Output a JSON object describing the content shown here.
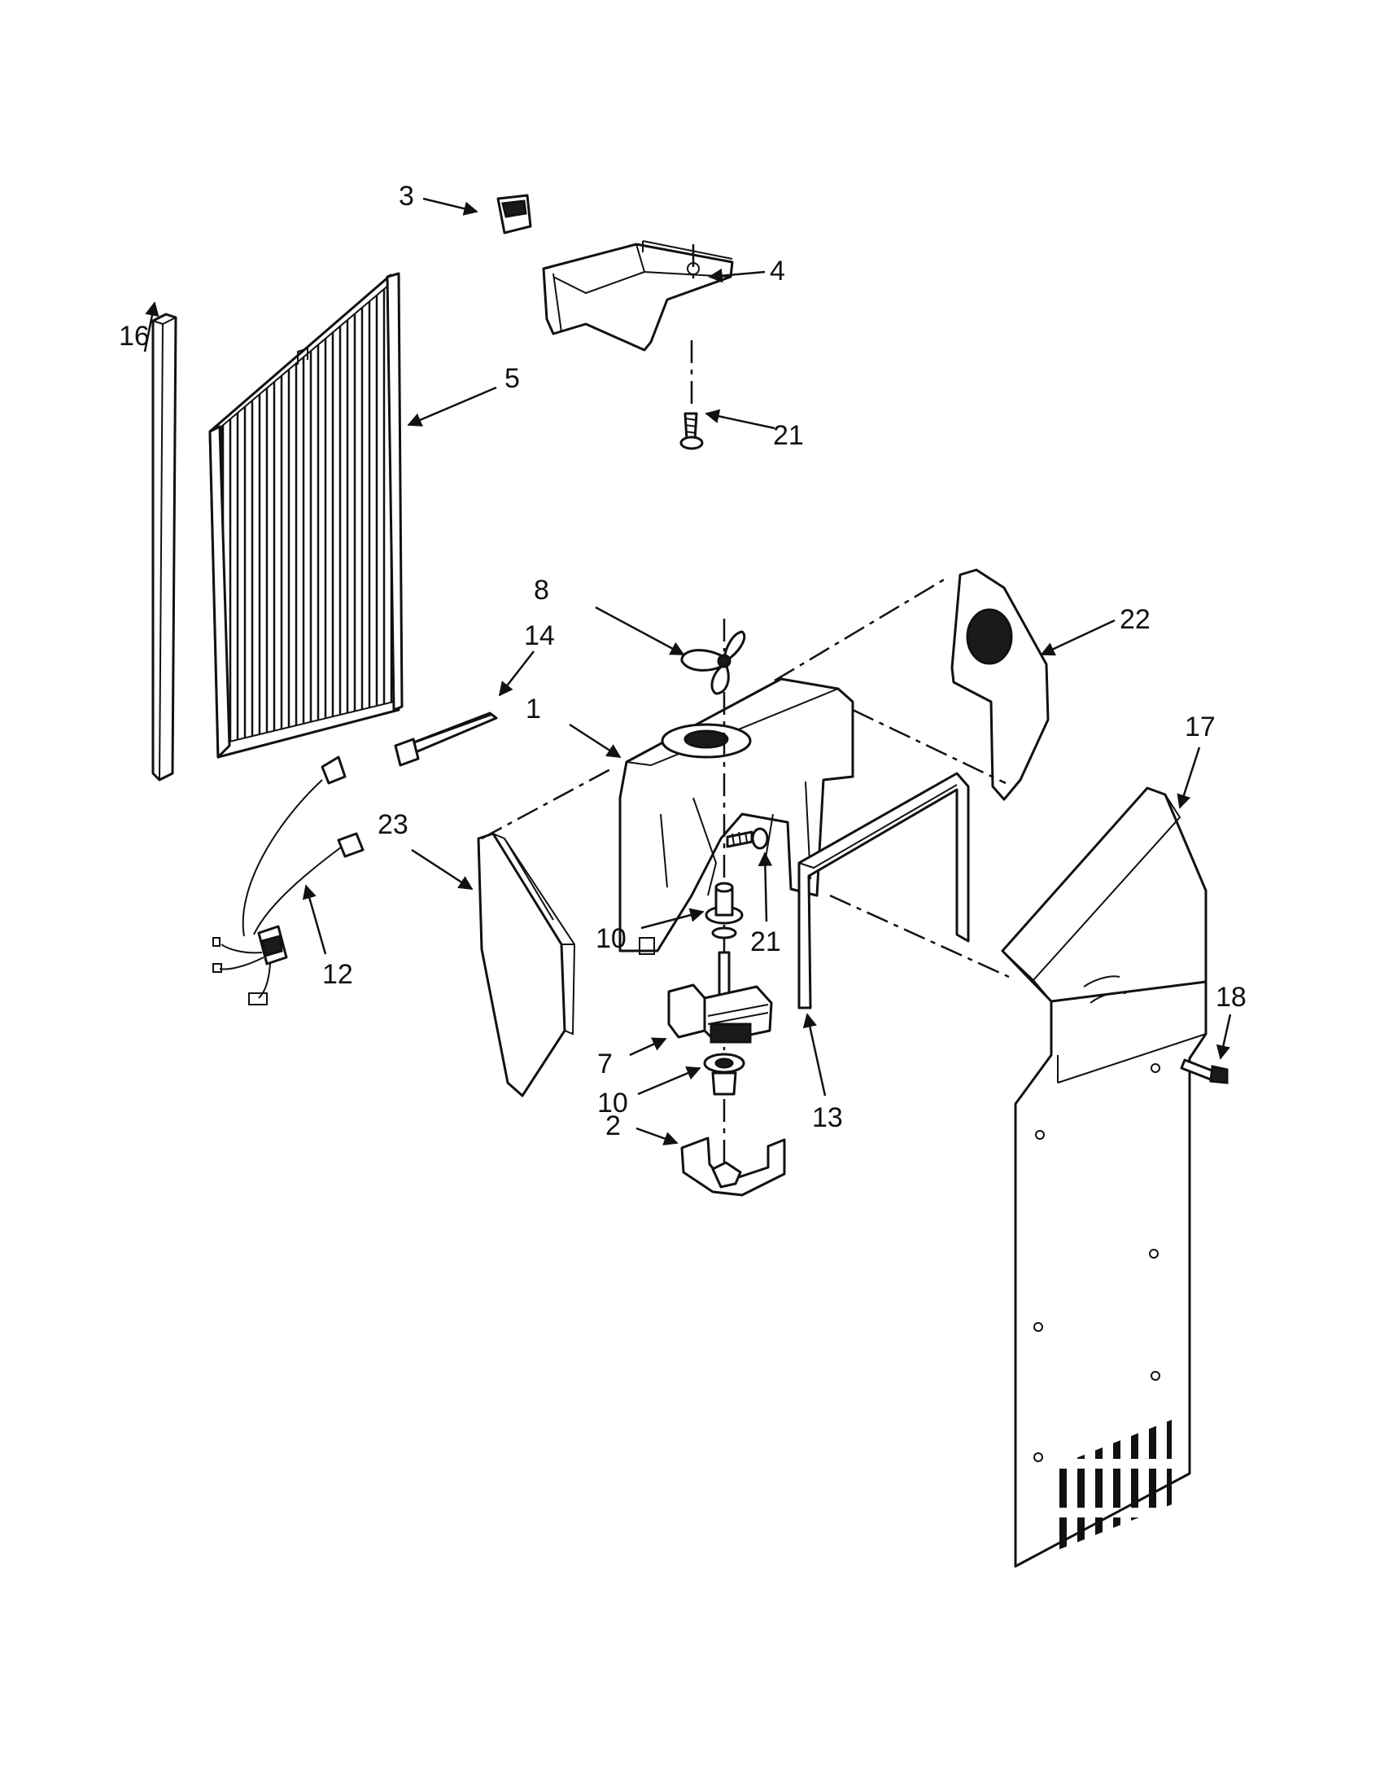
{
  "callouts": {
    "c1": "1",
    "c2": "2",
    "c3": "3",
    "c4": "4",
    "c5": "5",
    "c7": "7",
    "c8": "8",
    "c10a": "10",
    "c10b": "10",
    "c12": "12",
    "c13": "13",
    "c14": "14",
    "c16": "16",
    "c17": "17",
    "c18": "18",
    "c21a": "21",
    "c21b": "21",
    "c22": "22",
    "c23": "23"
  },
  "colors": {
    "ink": "#111111",
    "paper": "#ffffff"
  }
}
